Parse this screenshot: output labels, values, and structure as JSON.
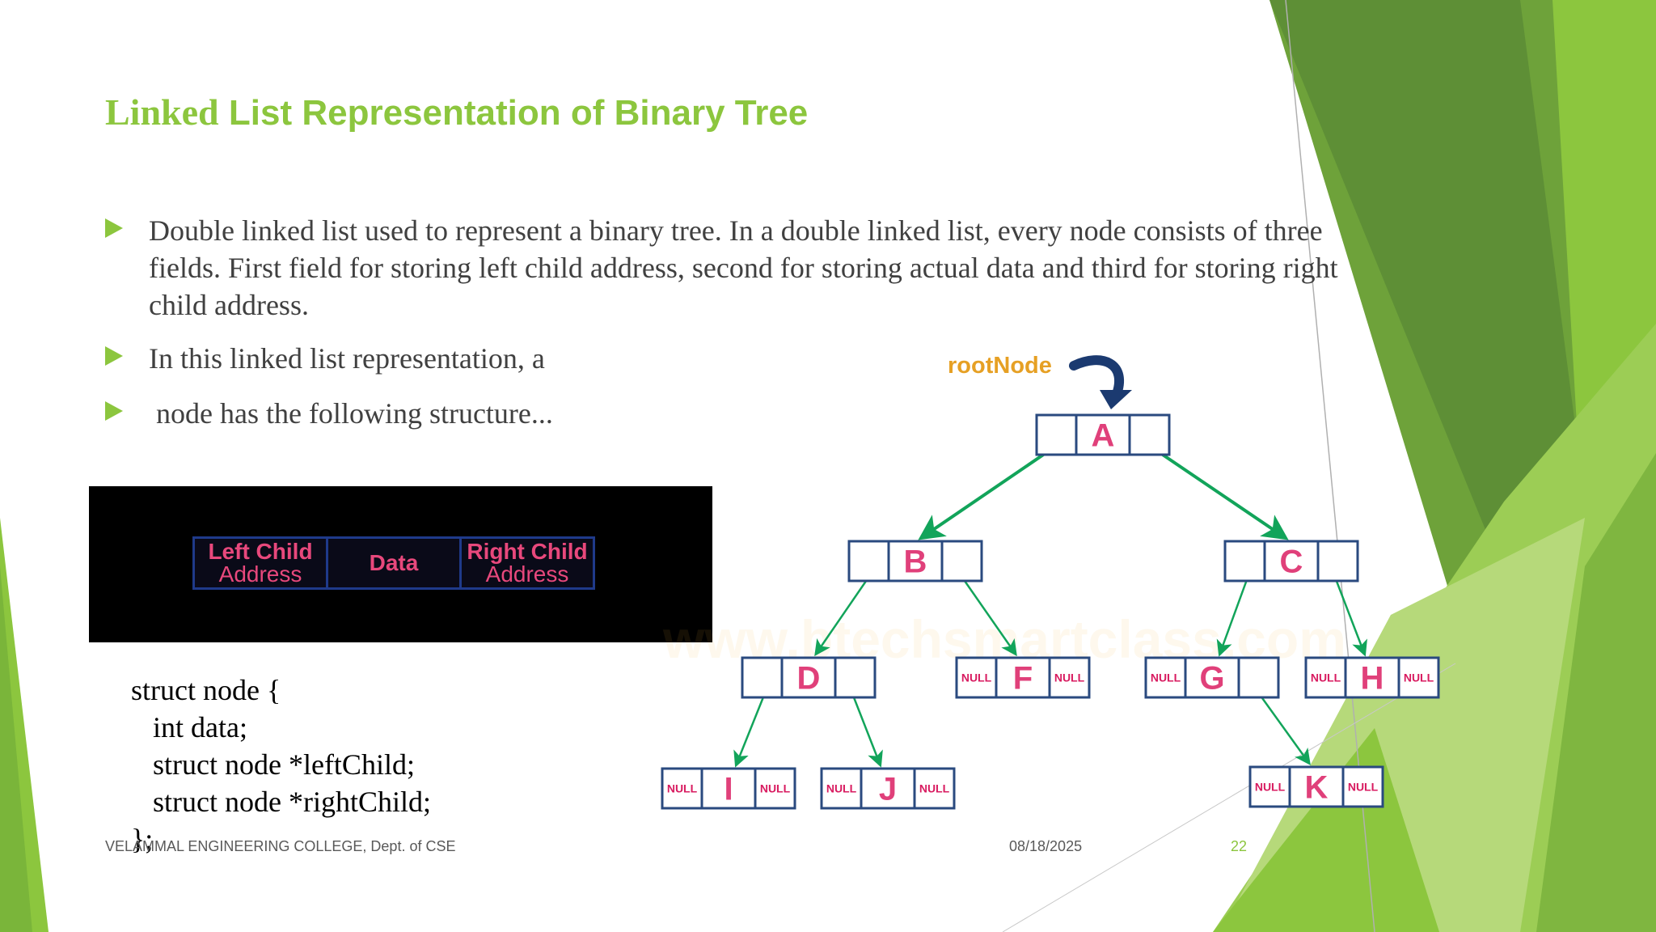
{
  "slide": {
    "title_part1": "Linked",
    "title_part2": "List Representation of Binary Tree",
    "bullets": [
      "Double linked list used to represent a binary tree. In a double linked list, every node consists of three fields. First field for storing left child address, second for storing actual data and third for storing right child address.",
      "In this linked list representation, a",
      " node has the following structure..."
    ]
  },
  "structure_diagram": {
    "cells": [
      {
        "top": "Left Child",
        "bottom": "Address"
      },
      {
        "top": "Data",
        "bottom": ""
      },
      {
        "top": "Right Child",
        "bottom": "Address"
      }
    ]
  },
  "code": {
    "lines": [
      "struct node {",
      "   int data;",
      "   struct node *leftChild;",
      "   struct node *rightChild;",
      "};"
    ]
  },
  "tree": {
    "root_label": "rootNode",
    "null_label": "NULL",
    "nodes": [
      {
        "id": "A",
        "left_null": false,
        "right_null": false
      },
      {
        "id": "B",
        "left_null": false,
        "right_null": false
      },
      {
        "id": "C",
        "left_null": false,
        "right_null": false
      },
      {
        "id": "D",
        "left_null": false,
        "right_null": false
      },
      {
        "id": "F",
        "left_null": true,
        "right_null": true
      },
      {
        "id": "G",
        "left_null": true,
        "right_null": false
      },
      {
        "id": "H",
        "left_null": true,
        "right_null": true
      },
      {
        "id": "I",
        "left_null": true,
        "right_null": true
      },
      {
        "id": "J",
        "left_null": true,
        "right_null": true
      },
      {
        "id": "K",
        "left_null": true,
        "right_null": true
      }
    ],
    "edges": [
      [
        "A",
        "B"
      ],
      [
        "A",
        "C"
      ],
      [
        "B",
        "D"
      ],
      [
        "B",
        "F"
      ],
      [
        "C",
        "G"
      ],
      [
        "C",
        "H"
      ],
      [
        "D",
        "I"
      ],
      [
        "D",
        "J"
      ],
      [
        "G",
        "K"
      ]
    ],
    "watermark": "www.btechsmartclass.com",
    "colors": {
      "data": "#e0407a",
      "null": "#d81b60",
      "box": "#2a4a7f",
      "edge": "#12a45a",
      "root": "#e6a024",
      "root_arrow": "#1b3a70"
    }
  },
  "footer": {
    "college": "VELAMMAL ENGINEERING COLLEGE, Dept. of CSE",
    "date": "08/18/2025",
    "page": "22"
  },
  "colors": {
    "accent": "#8cc63e",
    "text": "#404040"
  }
}
